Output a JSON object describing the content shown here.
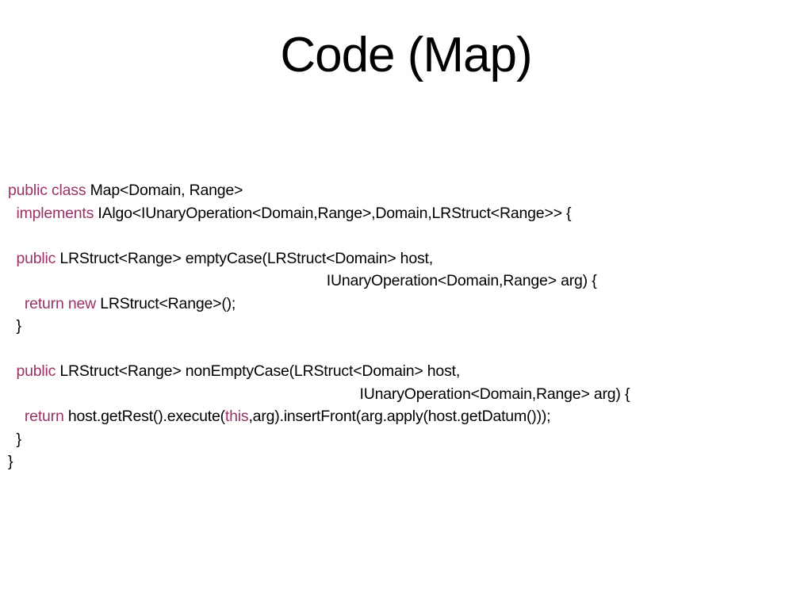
{
  "slide": {
    "title": "Code (Map)",
    "background": "#ffffff"
  },
  "colors": {
    "keyword": "#993366",
    "text": "#000000"
  },
  "code": {
    "language": "java",
    "lines": [
      {
        "indent_spaces": 0,
        "segments": [
          {
            "text": "public class",
            "keyword": true
          },
          {
            "text": " Map<Domain, Range>",
            "keyword": false
          }
        ]
      },
      {
        "indent_spaces": 2,
        "segments": [
          {
            "text": "implements",
            "keyword": true
          },
          {
            "text": " IAlgo<IUnaryOperation<Domain,Range>,Domain,LRStruct<Range>> {",
            "keyword": false
          }
        ]
      },
      {
        "indent_spaces": 0,
        "segments": []
      },
      {
        "indent_spaces": 2,
        "segments": [
          {
            "text": "public",
            "keyword": true
          },
          {
            "text": " LRStruct<Range> emptyCase(LRStruct<Domain> host,",
            "keyword": false
          }
        ]
      },
      {
        "indent_spaces": 77,
        "segments": [
          {
            "text": "IUnaryOperation<Domain,Range> arg) {",
            "keyword": false
          }
        ]
      },
      {
        "indent_spaces": 4,
        "segments": [
          {
            "text": "return new",
            "keyword": true
          },
          {
            "text": " LRStruct<Range>();",
            "keyword": false
          }
        ]
      },
      {
        "indent_spaces": 2,
        "segments": [
          {
            "text": "}",
            "keyword": false
          }
        ]
      },
      {
        "indent_spaces": 0,
        "segments": []
      },
      {
        "indent_spaces": 2,
        "segments": [
          {
            "text": "public",
            "keyword": true
          },
          {
            "text": " LRStruct<Range> nonEmptyCase(LRStruct<Domain> host,",
            "keyword": false
          }
        ]
      },
      {
        "indent_spaces": 85,
        "segments": [
          {
            "text": "IUnaryOperation<Domain,Range> arg) {",
            "keyword": false
          }
        ]
      },
      {
        "indent_spaces": 4,
        "segments": [
          {
            "text": "return",
            "keyword": true
          },
          {
            "text": " host.getRest().execute(",
            "keyword": false
          },
          {
            "text": "this",
            "keyword": true
          },
          {
            "text": ",arg).insertFront(arg.apply(host.getDatum()));",
            "keyword": false
          }
        ]
      },
      {
        "indent_spaces": 2,
        "segments": [
          {
            "text": "}",
            "keyword": false
          }
        ]
      },
      {
        "indent_spaces": 0,
        "segments": [
          {
            "text": "}",
            "keyword": false
          }
        ]
      }
    ]
  }
}
